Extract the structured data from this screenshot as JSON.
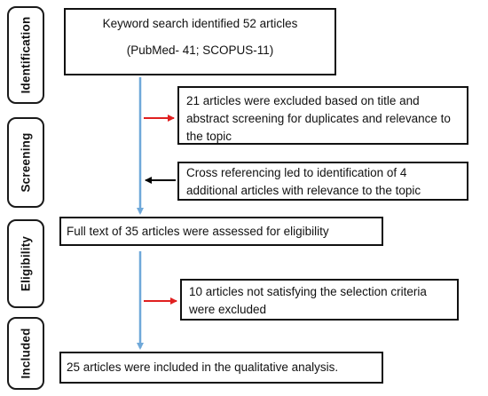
{
  "stages": {
    "identification": "Identification",
    "screening": "Screening",
    "eligibility": "Eligibility",
    "included": "Included"
  },
  "boxes": {
    "identification": {
      "line1": "Keyword search identified 52 articles",
      "line2": "(PubMed- 41; SCOPUS-11)"
    },
    "excluded_screening": "21 articles were excluded based on title and abstract screening for duplicates and relevance to the topic",
    "cross_referencing": "Cross referencing led to identification of 4 additional articles with relevance to the topic",
    "full_text": "Full text of 35 articles were assessed for eligibility",
    "excluded_eligibility": "10 articles not satisfying the selection criteria were excluded",
    "included": "25 articles were included in the qualitative analysis."
  },
  "colors": {
    "flow_arrow": "#6fa8d9",
    "exclusion_arrow": "#e02020",
    "inclusion_arrow": "#000000"
  }
}
